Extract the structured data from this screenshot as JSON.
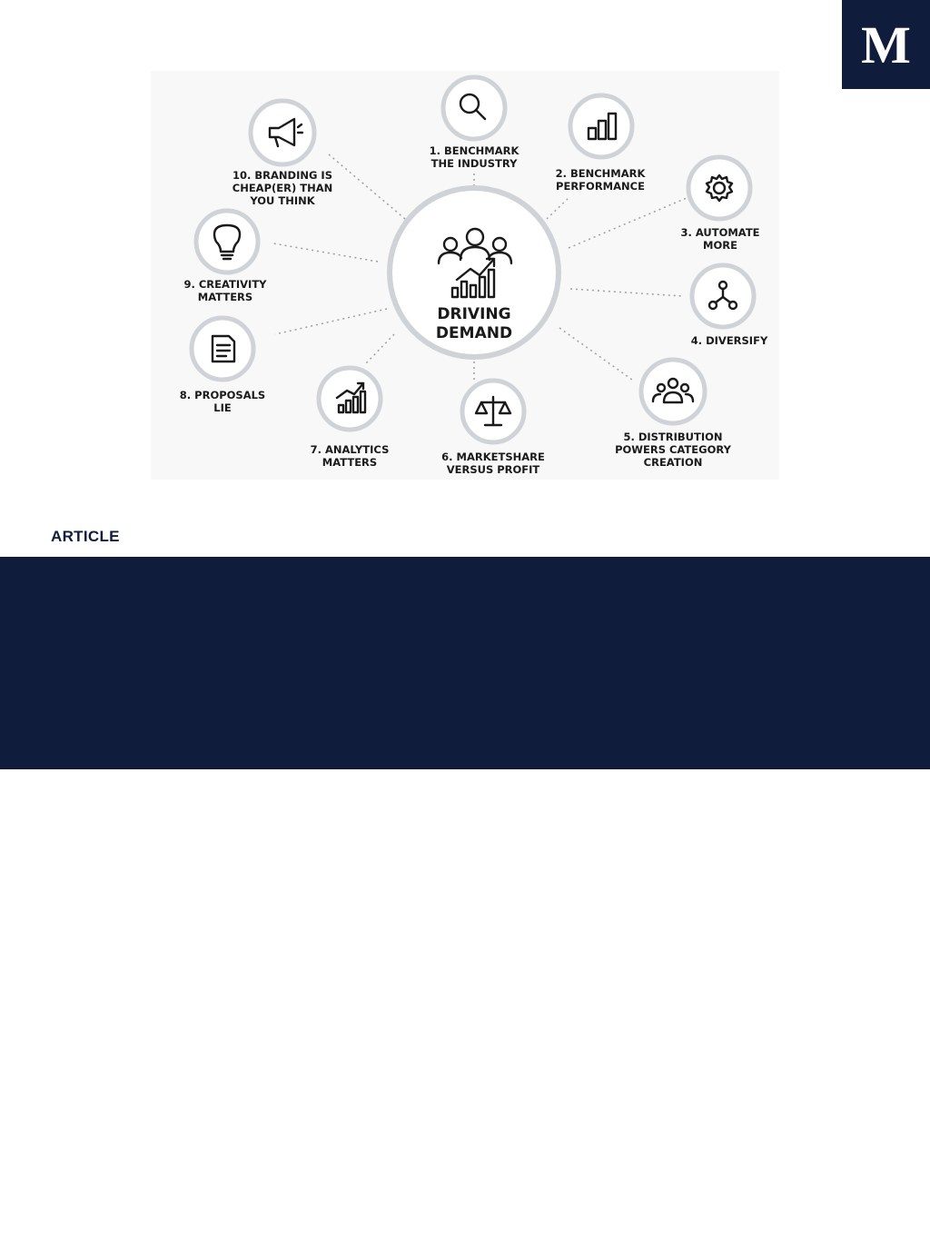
{
  "logo": {
    "text": "M"
  },
  "diagram": {
    "center_label": "DRIVING\nDEMAND",
    "nodes": [
      {
        "label": "1. BENCHMARK\nTHE INDUSTRY",
        "icon": "magnifier-icon"
      },
      {
        "label": "2. BENCHMARK\nPERFORMANCE",
        "icon": "bar-chart-icon"
      },
      {
        "label": "3. AUTOMATE\nMORE",
        "icon": "gear-icon"
      },
      {
        "label": "4. DIVERSIFY",
        "icon": "network-icon"
      },
      {
        "label": "5. DISTRIBUTION\nPOWERS CATEGORY\nCREATION",
        "icon": "people-icon"
      },
      {
        "label": "6. MARKETSHARE\nVERSUS PROFIT",
        "icon": "scale-icon"
      },
      {
        "label": "7. ANALYTICS\nMATTERS",
        "icon": "growth-chart-icon"
      },
      {
        "label": "8. PROPOSALS\nLIE",
        "icon": "document-icon"
      },
      {
        "label": "9. CREATIVITY\nMATTERS",
        "icon": "lightbulb-icon"
      },
      {
        "label": "10. BRANDING IS\nCHEAP(ER) THAN\nYOU THINK",
        "icon": "megaphone-icon"
      }
    ]
  },
  "article": {
    "tag": "ARTICLE",
    "title_line1": "Part 2: Marketplace Fundamentals",
    "title_line2": "10 Lessons on Driving Demand"
  },
  "colors": {
    "navy": "#101c3c",
    "ring": "#cfd2d6",
    "ink": "#1a1a1a"
  }
}
